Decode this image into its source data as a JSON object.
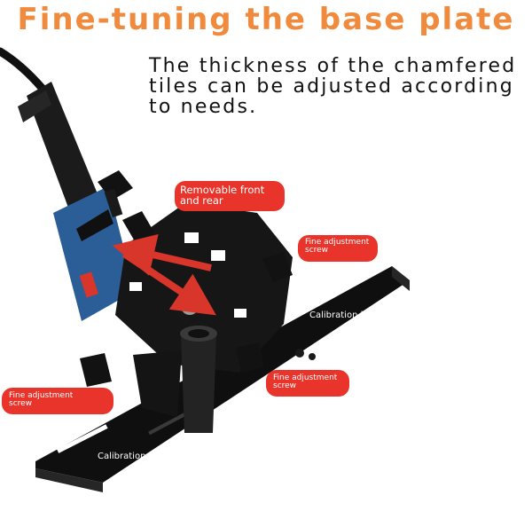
{
  "headline": "Fine-tuning the base plate",
  "description_lines": [
    "The thickness of the chamfered",
    "tiles can be adjusted according",
    "to needs."
  ],
  "callouts": {
    "front_rear": [
      "Removable front",
      "and rear"
    ],
    "fine_adjust_right": [
      "Fine adjustment",
      "screw"
    ],
    "fine_adjust_mid": [
      "Fine adjustment",
      "screw"
    ],
    "fine_adjust_left": [
      "Fine adjustment",
      "screw"
    ]
  },
  "calibration_right": "Calibration line",
  "calibration_left": "Calibration line",
  "colors": {
    "headline": "#f08a3c",
    "callout_bg": "#e8342a",
    "metal": "#141414",
    "grinder_blue": "#2b5e96",
    "arrow": "#d8352b"
  }
}
